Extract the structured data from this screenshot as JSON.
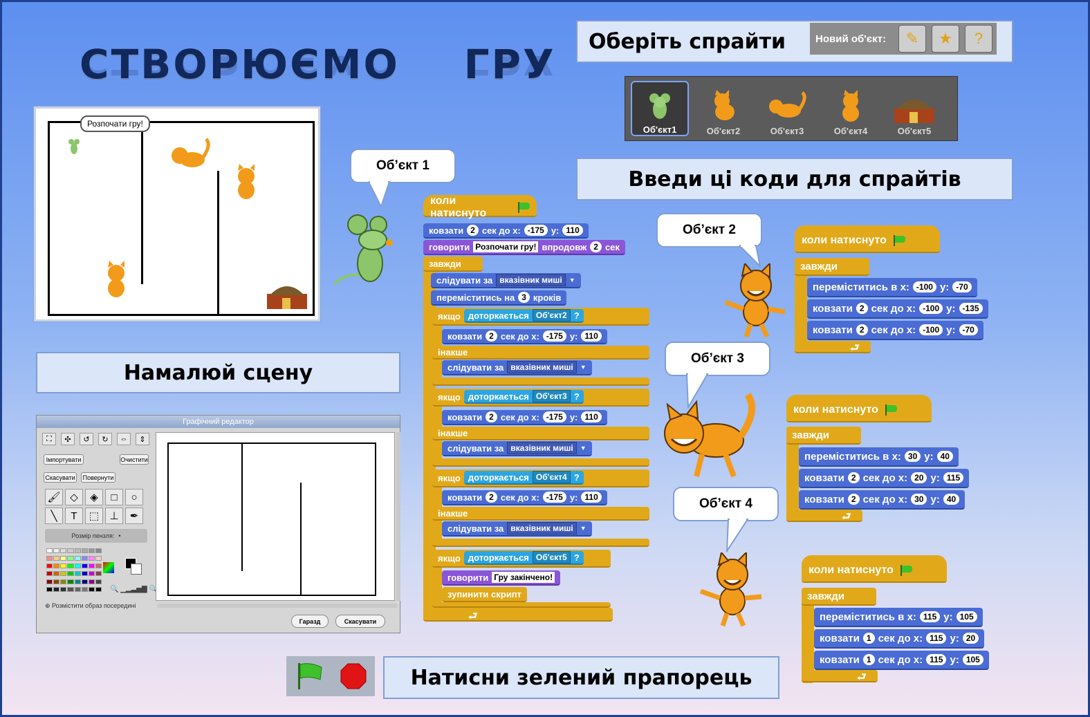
{
  "title": "СТВОРЮЄМО    ГРУ",
  "labels": {
    "choose_sprites": "Оберіть спрайти",
    "enter_codes": "Введи ці коди для спрайтів",
    "draw_scene": "Намалюй сцену",
    "press_flag": "Натисни зелений прапорець"
  },
  "new_object_label": "Новий об'єкт:",
  "sprites": [
    "Об'єкт1",
    "Об'єкт2",
    "Об'єкт3",
    "Об'єкт4",
    "Об'єкт5"
  ],
  "bubbles": {
    "obj1": "Об’єкт 1",
    "obj2": "Об’єкт 2",
    "obj3": "Об’єкт 3",
    "obj4": "Об’єкт 4"
  },
  "stage_speech": "Розпочати гру!",
  "paint_editor": {
    "title": "Графічний редактор",
    "import": "Імпортувати",
    "clear": "Очистити",
    "undo": "Скасувати",
    "redo": "Повернути",
    "brush_size": "Розмір пензля:",
    "center": "Розмістити образ посередині",
    "ok": "Гаразд",
    "cancel": "Скасувати"
  },
  "blocks": {
    "when_flag": "коли натиснуто",
    "glide": "ковзати",
    "secs_to_x": "сек до x:",
    "y": "y:",
    "say": "говорити",
    "for": "впродовж",
    "secs": "сек",
    "forever": "завжди",
    "point_towards": "слідувати за",
    "mouse_pointer": "вказівник миші",
    "move": "переміститись на",
    "steps": "кроків",
    "if": "якщо",
    "touching": "доторкається",
    "else": "інакше",
    "goto_x": "переміститись в x:",
    "stop_script": "зупинити скрипт",
    "q": "?"
  },
  "script1": {
    "glide_secs": "2",
    "glide_x": "-175",
    "glide_y": "110",
    "say_text": "Розпочати гру!",
    "say_secs": "2",
    "move_steps": "3",
    "if1_obj": "Об'єкт2",
    "if2_obj": "Об'єкт3",
    "if3_obj": "Об'єкт4",
    "if4_obj": "Об'єкт5",
    "game_over": "Гру закінчено!"
  },
  "script2": {
    "goto_x": "-100",
    "goto_y": "-70",
    "g1_s": "2",
    "g1_x": "-100",
    "g1_y": "-135",
    "g2_s": "2",
    "g2_x": "-100",
    "g2_y": "-70"
  },
  "script3": {
    "goto_x": "30",
    "goto_y": "40",
    "g1_s": "2",
    "g1_x": "20",
    "g1_y": "115",
    "g2_s": "2",
    "g2_x": "30",
    "g2_y": "40"
  },
  "script4": {
    "goto_x": "115",
    "goto_y": "105",
    "g1_s": "1",
    "g1_x": "115",
    "g1_y": "20",
    "g2_s": "1",
    "g2_x": "115",
    "g2_y": "105"
  },
  "colors": {
    "motion": "#4a6cd4",
    "looks": "#8a55d7",
    "control": "#e1a91a",
    "sensing": "#2ca5e2",
    "title": "#10275a"
  }
}
